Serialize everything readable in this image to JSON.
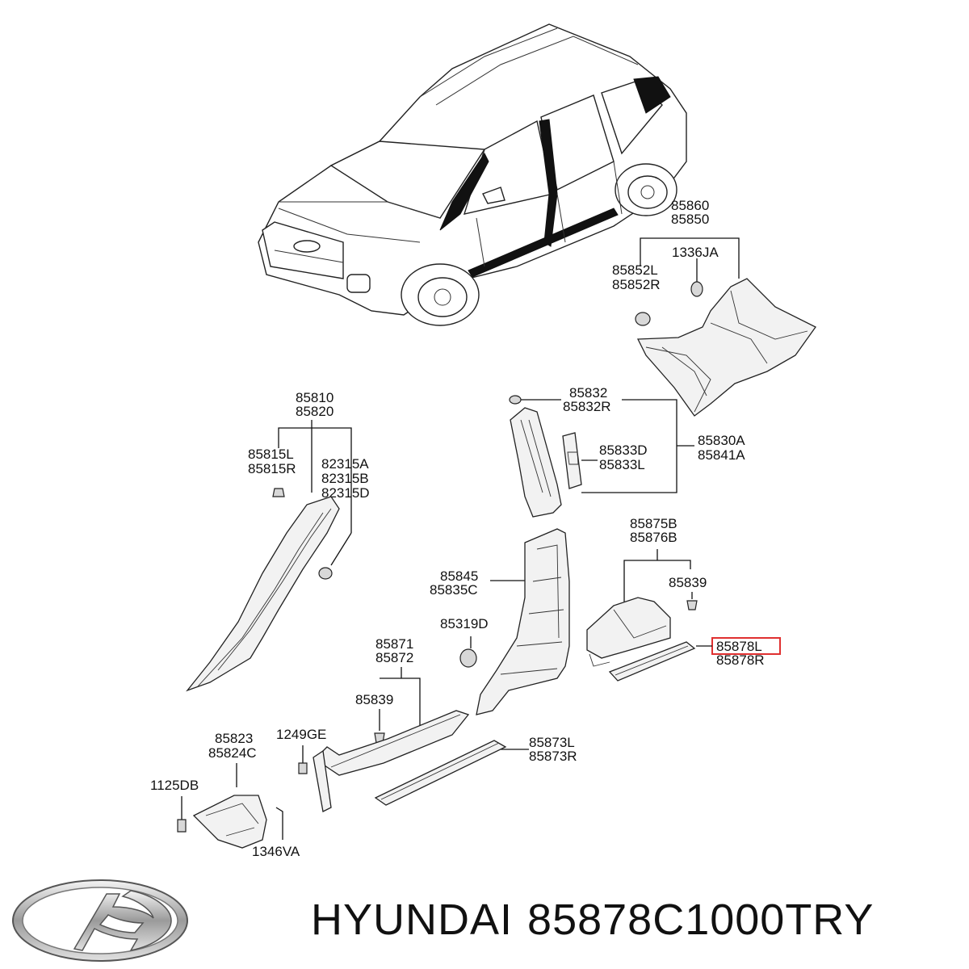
{
  "labels": {
    "p85860": "85860",
    "p85850": "85850",
    "p1336JA": "1336JA",
    "p85852L": "85852L",
    "p85852R": "85852R",
    "p85810": "85810",
    "p85820": "85820",
    "p85815L": "85815L",
    "p85815R": "85815R",
    "p82315A": "82315A",
    "p82315B": "82315B",
    "p82315D": "82315D",
    "p85832": "85832",
    "p85832R": "85832R",
    "p85833D": "85833D",
    "p85833L": "85833L",
    "p85830A": "85830A",
    "p85841A": "85841A",
    "p85875B": "85875B",
    "p85876B": "85876B",
    "p85839a": "85839",
    "p85845": "85845",
    "p85835C": "85835C",
    "p85319D": "85319D",
    "p85878L": "85878L",
    "p85878R": "85878R",
    "p85871": "85871",
    "p85872": "85872",
    "p85839b": "85839",
    "p85823": "85823",
    "p85824C": "85824C",
    "p1249GE": "1249GE",
    "p85873L": "85873L",
    "p85873R": "85873R",
    "p1125DB": "1125DB",
    "p1346VA": "1346VA"
  },
  "highlight_part": "85878L",
  "highlight_color": "#e03030",
  "footer": {
    "brand": "HYUNDAI",
    "part_number": "85878C1000TRY"
  },
  "logo_icon": "hyundai-logo-icon"
}
